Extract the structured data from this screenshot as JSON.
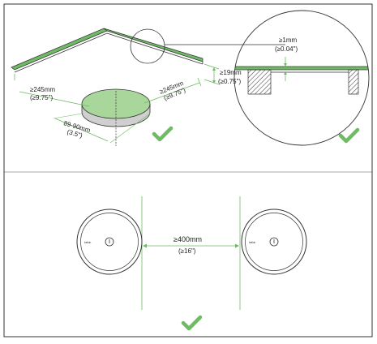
{
  "colors": {
    "accent": "#6fba64",
    "fill_green": "#a9d69b",
    "stroke": "#333333",
    "disk_side": "#cfcfcf"
  },
  "top_left": {
    "dim_left": {
      "line1": "≥245mm",
      "line2": "(≥9.75\")"
    },
    "dim_right": {
      "line1": "≥245mm",
      "line2": "(≥9.75\")"
    },
    "dim_diameter": {
      "line1": "89-90mm",
      "line2": "(3.5\")"
    },
    "dim_height": {
      "line1": "≥19mm",
      "line2": "(≥0.75\")"
    },
    "check_icon": "checkmark-icon"
  },
  "top_right": {
    "dim_gap": {
      "line1": "≥1mm",
      "line2": "(≥0.04\")"
    },
    "check_icon": "checkmark-icon"
  },
  "bottom": {
    "dim_spacing": {
      "line1": "≥400mm",
      "line2": "(≥16\")"
    },
    "device_brand": "belkin",
    "check_icon": "checkmark-icon"
  }
}
